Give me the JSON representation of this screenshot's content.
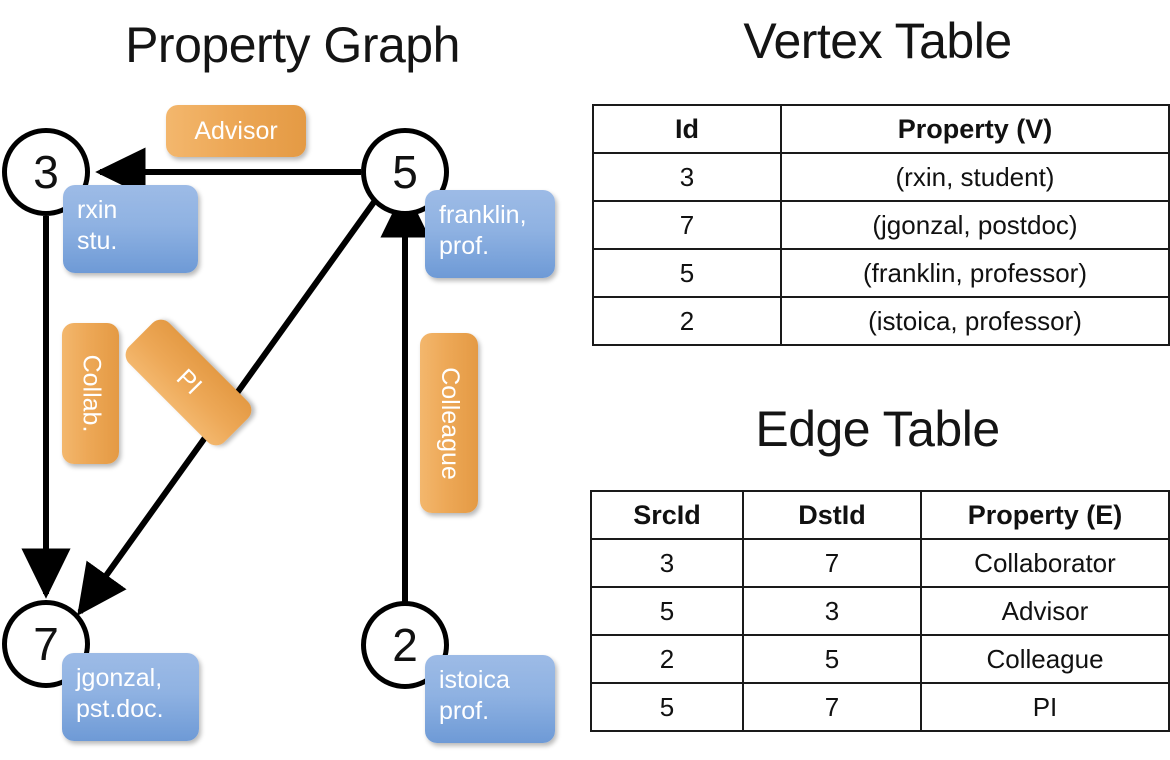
{
  "titles": {
    "property_graph": "Property Graph",
    "vertex_table": "Vertex Table",
    "edge_table": "Edge Table"
  },
  "graph": {
    "nodes": [
      {
        "id": "3",
        "property": "rxin\nstu."
      },
      {
        "id": "5",
        "property": "franklin,\nprof."
      },
      {
        "id": "7",
        "property": "jgonzal,\npst.doc."
      },
      {
        "id": "2",
        "property": "istoica\nprof."
      }
    ],
    "node_labels": {
      "n3": "3",
      "n5": "5",
      "n7": "7",
      "n2": "2"
    },
    "property_boxes": {
      "rxin_line1": "rxin",
      "rxin_line2": "stu.",
      "franklin_line1": "franklin,",
      "franklin_line2": "prof.",
      "jgonzal_line1": "jgonzal,",
      "jgonzal_line2": "pst.doc.",
      "istoica_line1": "istoica",
      "istoica_line2": "prof."
    },
    "edge_labels": {
      "advisor": "Advisor",
      "collab": "Collab.",
      "pi": "PI",
      "colleague": "Colleague"
    },
    "edges": [
      {
        "src": "5",
        "dst": "3",
        "label": "Advisor"
      },
      {
        "src": "3",
        "dst": "7",
        "label": "Collab."
      },
      {
        "src": "5",
        "dst": "7",
        "label": "PI"
      },
      {
        "src": "2",
        "dst": "5",
        "label": "Colleague"
      }
    ]
  },
  "vertex_table": {
    "headers": [
      "Id",
      "Property (V)"
    ],
    "rows": [
      {
        "id": "3",
        "property": "(rxin, student)"
      },
      {
        "id": "7",
        "property": "(jgonzal, postdoc)"
      },
      {
        "id": "5",
        "property": "(franklin, professor)"
      },
      {
        "id": "2",
        "property": "(istoica, professor)"
      }
    ]
  },
  "edge_table": {
    "headers": [
      "SrcId",
      "DstId",
      "Property (E)"
    ],
    "rows": [
      {
        "src": "3",
        "dst": "7",
        "property": "Collaborator"
      },
      {
        "src": "5",
        "dst": "3",
        "property": "Advisor"
      },
      {
        "src": "2",
        "dst": "5",
        "property": "Colleague"
      },
      {
        "src": "5",
        "dst": "7",
        "property": "PI"
      }
    ]
  },
  "colors": {
    "vertex_highlight": "#d3dff2",
    "edge_highlight": "#f6ddc2",
    "node_property_box": "#8fb2e2",
    "edge_label_box": "#eda857",
    "stroke": "#000000"
  }
}
